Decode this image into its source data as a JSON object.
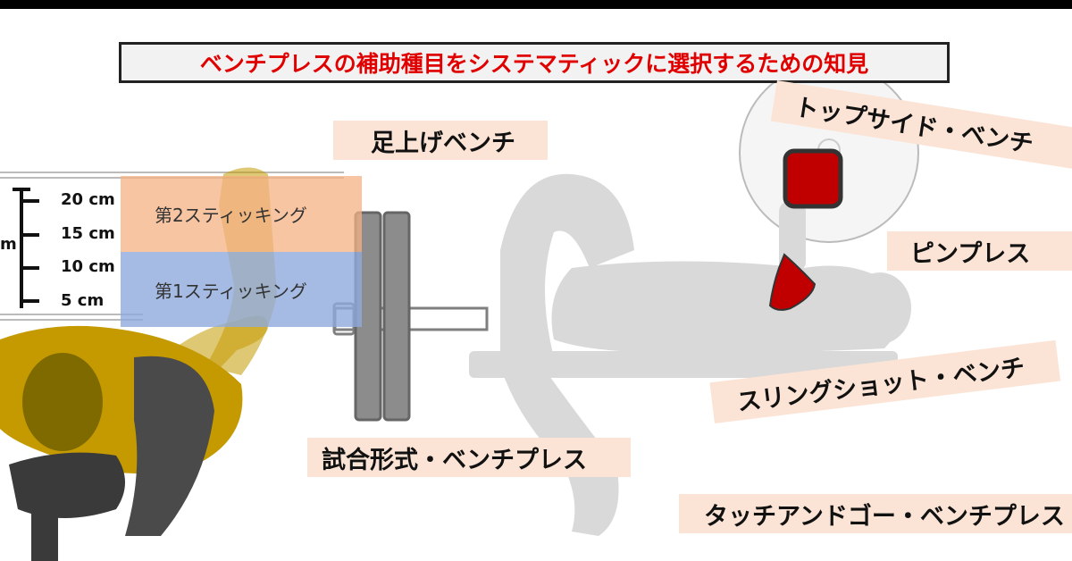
{
  "title": "ベンチプレスの補助種目をシステマティックに選択するための知見",
  "labels": {
    "foot_up": "足上げベンチ",
    "top_side": "トップサイド・ベンチ",
    "pin_press": "ピンプレス",
    "slingshot": "スリングショット・ベンチ",
    "competition": "試合形式・ベンチプレス",
    "touch_and_go": "タッチアンドゴー・ベンチプレス"
  },
  "sticking": {
    "second": "第2スティッキング",
    "first": "第1スティッキング"
  },
  "scale": {
    "ticks": [
      "20 cm",
      "15 cm",
      "10 cm",
      "5 cm"
    ],
    "unit_fragment": "m"
  },
  "colors": {
    "title_text": "#e00000",
    "label_bg": "#fbe4d5",
    "zone_second": "#f4b183",
    "zone_first": "#8faadc",
    "accent_red": "#c00000",
    "lifter_gold": "#c49a00",
    "silhouette_gray": "#d9d9d9"
  }
}
